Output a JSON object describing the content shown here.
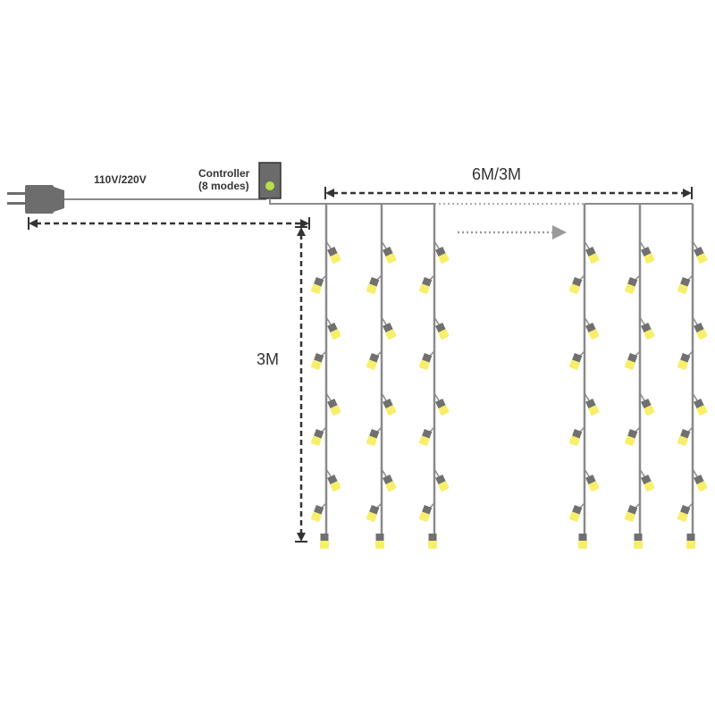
{
  "labels": {
    "voltage": "110V/220V",
    "controller_line1": "Controller",
    "controller_line2": "(8 modes)",
    "width": "6M/3M",
    "height": "3M"
  },
  "colors": {
    "wire": "#8a8a8a",
    "dimension": "#333333",
    "plug": "#6d6d6d",
    "bulb_yellow": "#f7ef6a",
    "bulb_cap": "#707070",
    "indicator": "#b6e04a",
    "arrow": "#9a9a9a"
  },
  "icons": {
    "plug": "power-plug-icon",
    "controller": "controller-box-icon",
    "bulb": "led-bulb-icon",
    "extension_arrow": "arrow-right-icon"
  }
}
